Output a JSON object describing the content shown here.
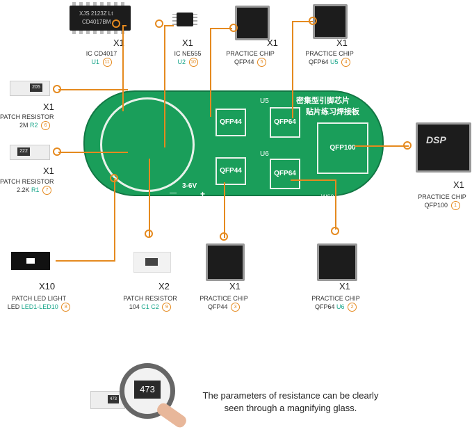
{
  "items": [
    {
      "qty": "X1",
      "line1": "IC CD4017",
      "line2": "",
      "ref": "U1",
      "num": "11"
    },
    {
      "qty": "X1",
      "line1": "IC NE555",
      "line2": "",
      "ref": "U2",
      "num": "10"
    },
    {
      "qty": "X1",
      "line1": "PRACTICE CHIP",
      "line2": "QFP44",
      "ref": "",
      "num": "5"
    },
    {
      "qty": "X1",
      "line1": "PRACTICE CHIP",
      "line2": "QFP64",
      "ref": "U5",
      "num": "4"
    },
    {
      "qty": "X1",
      "line1": "PATCH RESISTOR",
      "line2": "2M",
      "ref": "R2",
      "num": "6"
    },
    {
      "qty": "X1",
      "line1": "PATCH RESISTOR",
      "line2": "2.2K",
      "ref": "R1",
      "num": "7"
    },
    {
      "qty": "X1",
      "line1": "PRACTICE CHIP",
      "line2": "QFP100",
      "ref": "",
      "num": "1"
    },
    {
      "qty": "X10",
      "line1": "PATCH LED LIGHT",
      "line2": "LED",
      "ref": "LED1-LED10",
      "num": "8"
    },
    {
      "qty": "X2",
      "line1": "PATCH RESISTOR",
      "line2": "104",
      "ref": "C1 C2",
      "num": "9"
    },
    {
      "qty": "X1",
      "line1": "PRACTICE CHIP",
      "line2": "QFP44",
      "ref": "",
      "num": "3"
    },
    {
      "qty": "X1",
      "line1": "PRACTICE CHIP",
      "line2": "QFP64",
      "ref": "U6",
      "num": "2"
    }
  ],
  "chip_markings": {
    "u1_top": "XJS 2123Z Lt",
    "u1_bottom": "CD4017BM",
    "qfp100": "DSP",
    "r2_code": "205",
    "r1_code": "222",
    "magnifier_code": "473",
    "magnifier_small_code": "473"
  },
  "board": {
    "title_line1": "密集型引脚芯片",
    "title_line2": "贴片练习焊接板",
    "labels": [
      "QFP44",
      "QFP64",
      "QFP100",
      "QFP44",
      "QFP64"
    ],
    "u5": "U5",
    "u6": "U6",
    "voltage": "3-6V",
    "minus": "—",
    "plus": "+",
    "code": "W60"
  },
  "caption": {
    "line1": "The parameters of resistance can be clearly",
    "line2": "seen through a magnifying glass."
  },
  "colors": {
    "board": "#1a9e5a",
    "accent": "#e58a1f",
    "ref": "#17a589"
  }
}
